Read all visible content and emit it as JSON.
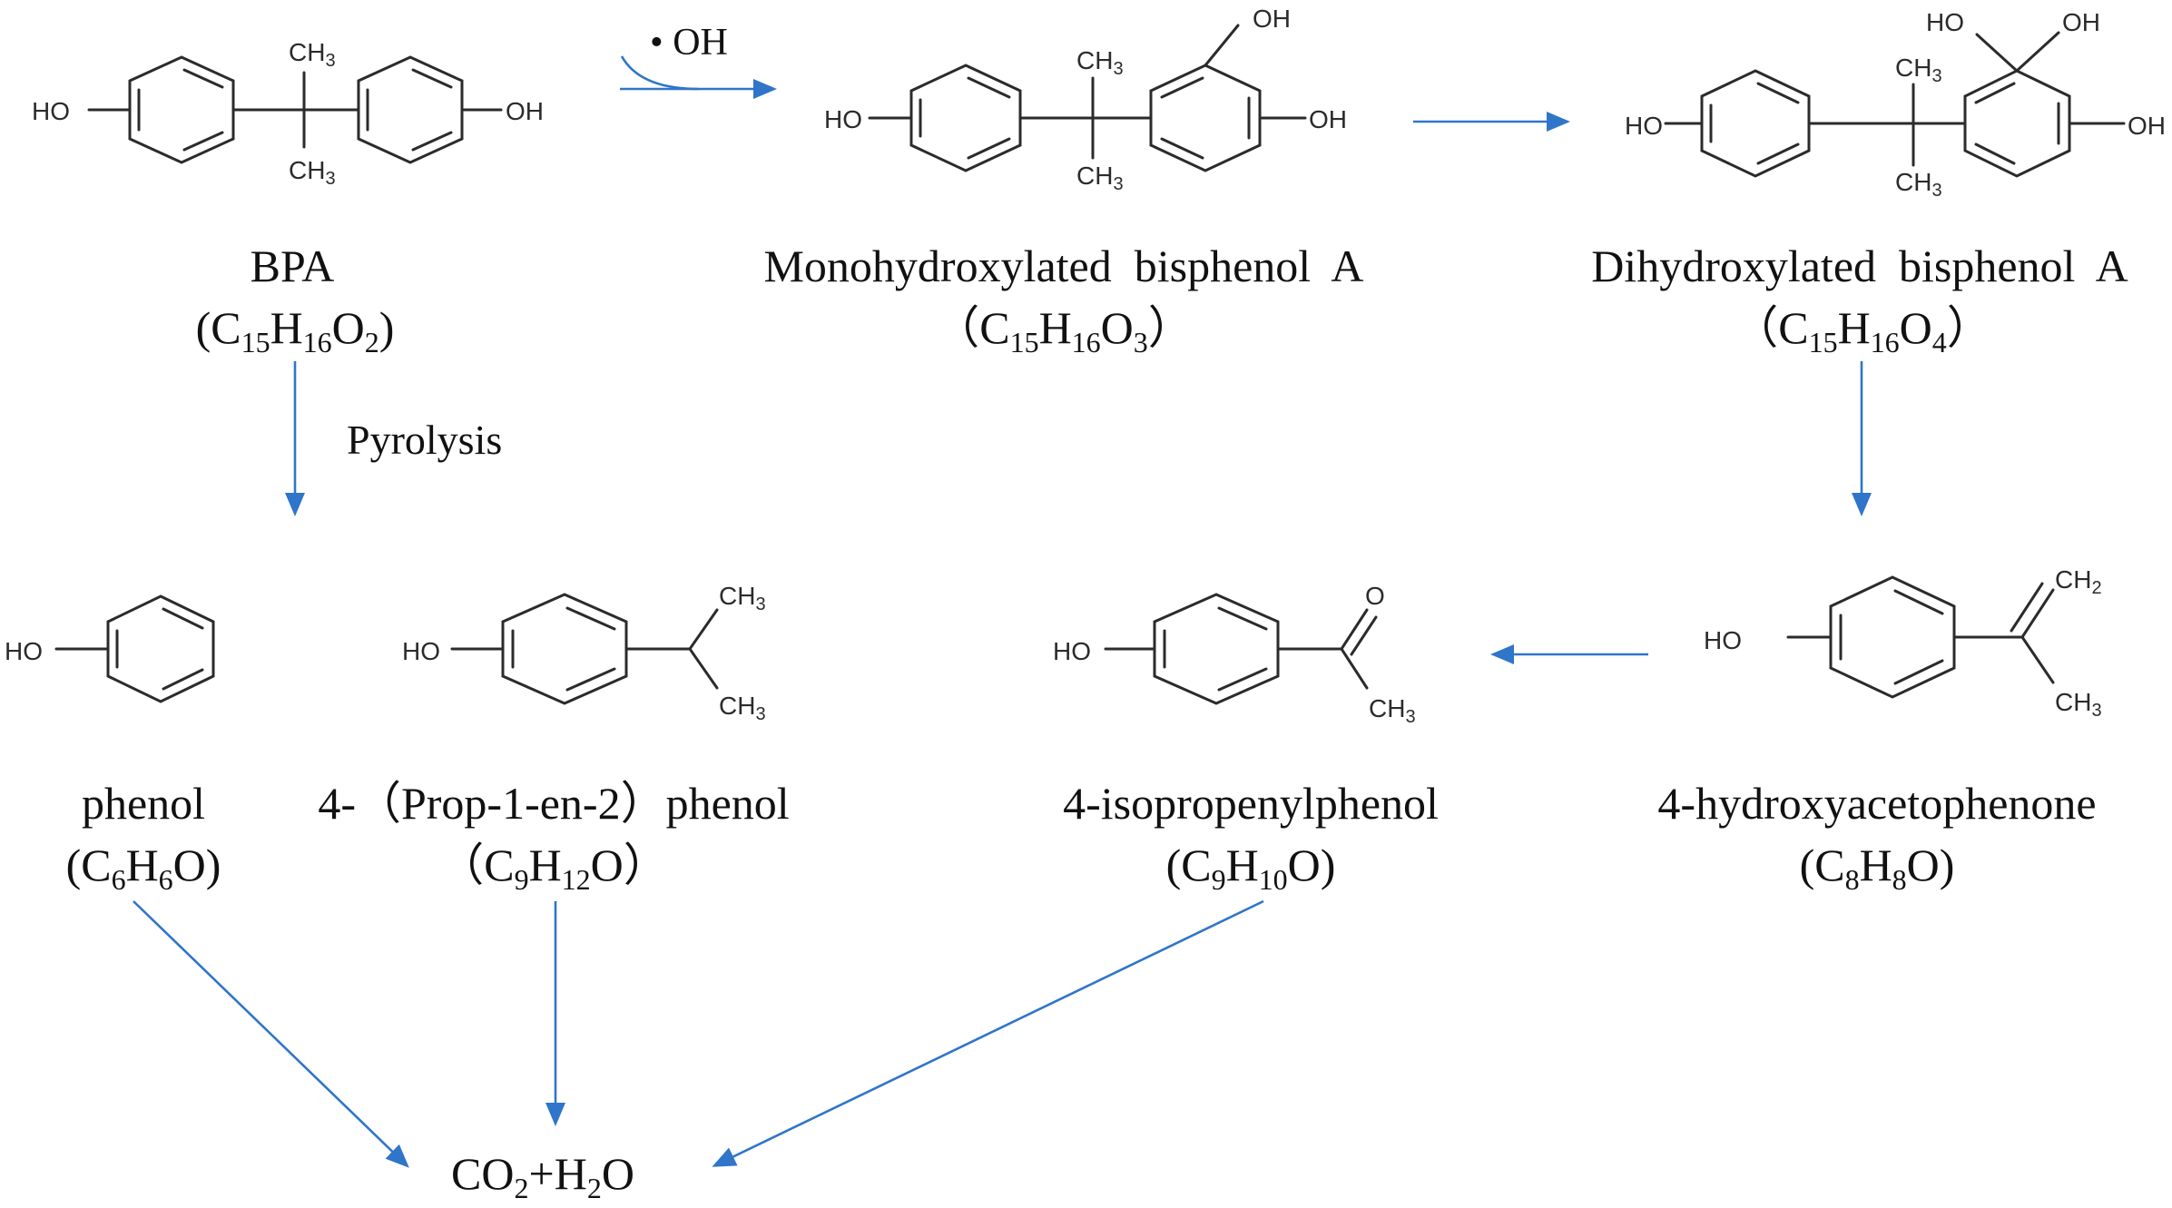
{
  "colors": {
    "arrow": "#2f75c9",
    "structure": "#2b2b2b",
    "text": "#111111"
  },
  "atoms": {
    "HO": "HO",
    "OH": "OH",
    "CH3": "CH",
    "three": "3",
    "CH2": "CH",
    "two": "2",
    "O": "O"
  },
  "reagent": {
    "radical": "• OH",
    "pyrolysis": "Pyrolysis"
  },
  "compounds": {
    "bpa": {
      "name": "BPA",
      "formula": [
        {
          "t": "(C"
        },
        {
          "s": "15"
        },
        {
          "t": "H"
        },
        {
          "s": "16"
        },
        {
          "t": "O"
        },
        {
          "s": "2"
        },
        {
          "t": ")"
        }
      ]
    },
    "mono": {
      "name": "Monohydroxylated  bisphenol  A",
      "formula": [
        {
          "t": "（C"
        },
        {
          "s": "15"
        },
        {
          "t": "H"
        },
        {
          "s": "16"
        },
        {
          "t": "O"
        },
        {
          "s": "3"
        },
        {
          "t": "）"
        }
      ]
    },
    "di": {
      "name": "Dihydroxylated  bisphenol  A",
      "formula": [
        {
          "t": "（C"
        },
        {
          "s": "15"
        },
        {
          "t": "H"
        },
        {
          "s": "16"
        },
        {
          "t": "O"
        },
        {
          "s": "4"
        },
        {
          "t": "）"
        }
      ]
    },
    "phenol": {
      "name": "phenol",
      "formula": [
        {
          "t": "(C"
        },
        {
          "s": "6"
        },
        {
          "t": "H"
        },
        {
          "s": "6"
        },
        {
          "t": "O)"
        }
      ]
    },
    "prop": {
      "name": "4-（Prop-1-en-2）phenol",
      "formula": [
        {
          "t": "（C"
        },
        {
          "s": "9"
        },
        {
          "t": "H"
        },
        {
          "s": "12"
        },
        {
          "t": "O）"
        }
      ]
    },
    "iso": {
      "name": "4-isopropenylphenol",
      "formula": [
        {
          "t": "(C"
        },
        {
          "s": "9"
        },
        {
          "t": "H"
        },
        {
          "s": "10"
        },
        {
          "t": "O)"
        }
      ]
    },
    "hap": {
      "name": "4-hydroxyacetophenone",
      "formula": [
        {
          "t": "(C"
        },
        {
          "s": "8"
        },
        {
          "t": "H"
        },
        {
          "s": "8"
        },
        {
          "t": "O)"
        }
      ]
    },
    "final": {
      "formula": [
        {
          "t": "CO"
        },
        {
          "s": "2"
        },
        {
          "t": "+H"
        },
        {
          "s": "2"
        },
        {
          "t": "O"
        }
      ]
    }
  }
}
